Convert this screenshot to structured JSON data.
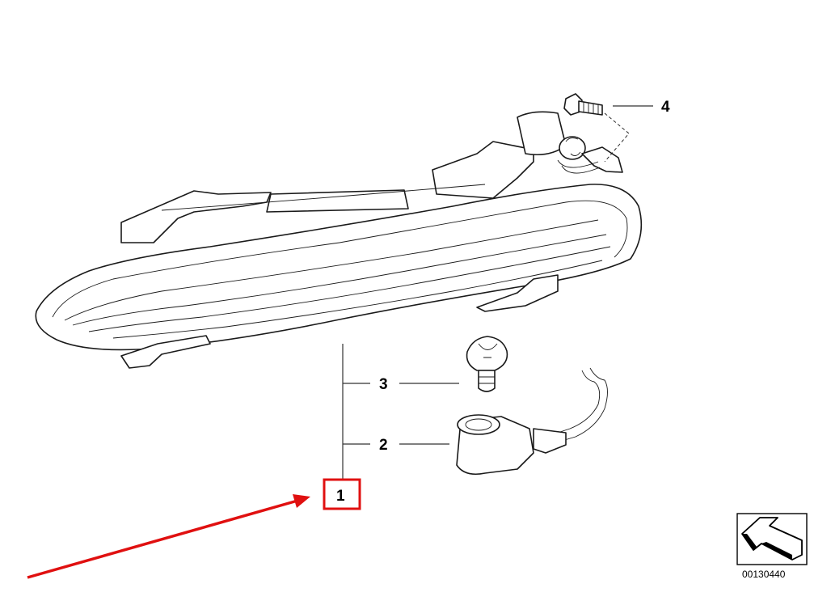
{
  "callouts": {
    "part_1": "1",
    "part_2": "2",
    "part_3": "3",
    "part_4": "4"
  },
  "diagram_id": "00130440",
  "highlight_color": "#e01010",
  "icons": {
    "lamp": "turn-signal-lamp-icon",
    "bulb": "bulb-icon",
    "socket": "bulb-socket-icon",
    "screw": "screw-icon",
    "nav": "arrow-navigation-icon"
  }
}
